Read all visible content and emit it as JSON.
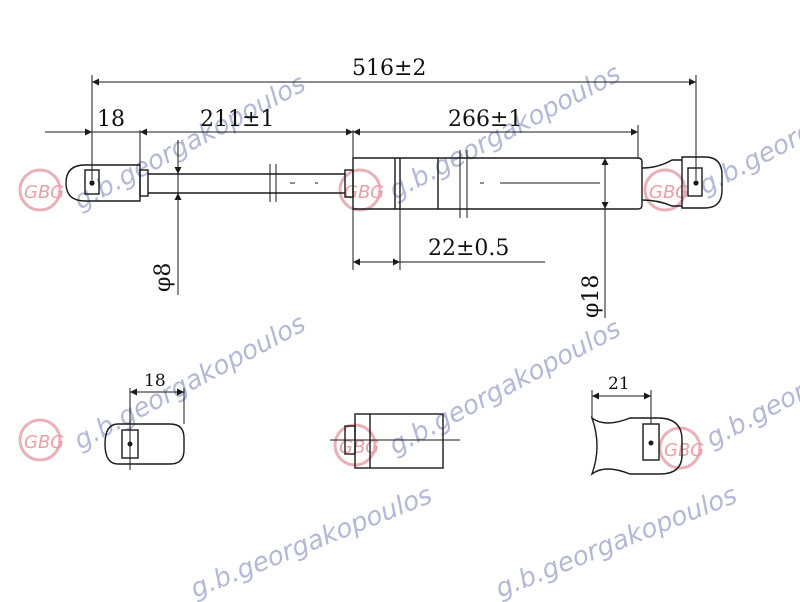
{
  "dimensions": {
    "overall_length": "516±2",
    "end_fitting_length": "18",
    "rod_length": "211±1",
    "body_length": "266±1",
    "sleeve_length": "22±0.5",
    "rod_diameter": "φ8",
    "body_diameter": "φ18",
    "left_detail_width": "18",
    "right_detail_width": "21"
  },
  "watermark": {
    "text": "g.b.georgakopoulos",
    "logo_text": "GBG",
    "color": "#b3b8d6",
    "logo_color": "#e8a0a8"
  }
}
